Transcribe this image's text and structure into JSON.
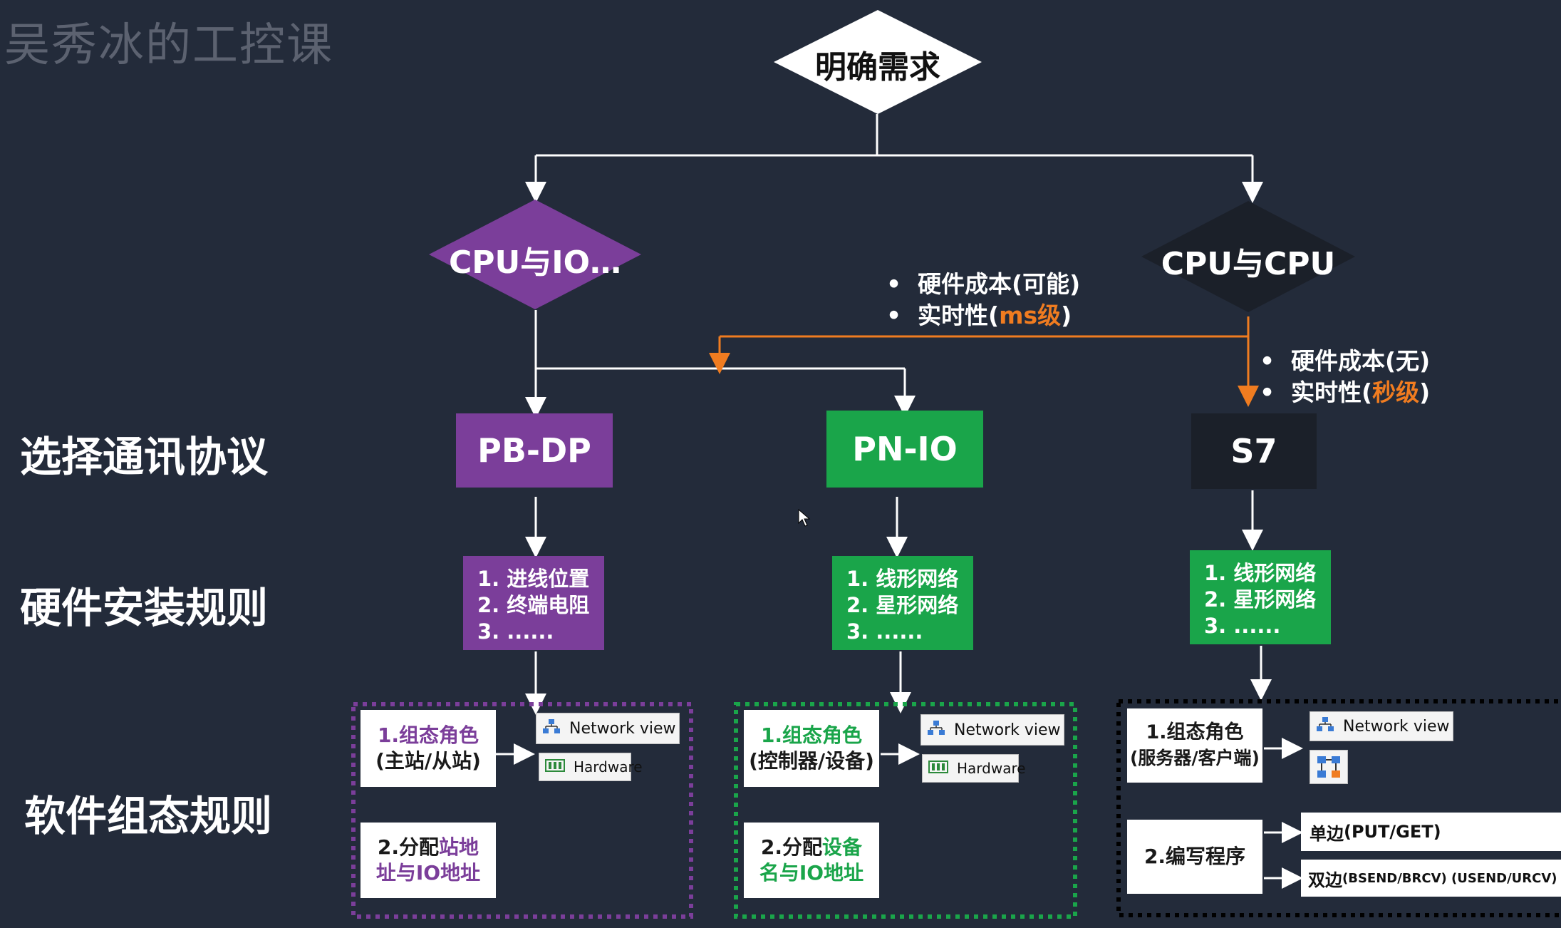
{
  "watermark": "吴秀冰的工控课",
  "diamonds": {
    "top": "明确需求",
    "left": "CPU与IO…",
    "right": "CPU与CPU"
  },
  "row_labels": {
    "protocol": "选择通讯协议",
    "hardware": "硬件安装规则",
    "software": "软件组态规则"
  },
  "protocols": {
    "pbdp": "PB-DP",
    "pnio": "PN-IO",
    "s7": "S7"
  },
  "notes": {
    "mid": {
      "line1": "硬件成本(可能)",
      "line2_a": "实时性(",
      "line2_b": "ms级",
      "line2_c": ")"
    },
    "right": {
      "line1": "硬件成本(无)",
      "line2_a": "实时性(",
      "line2_b": "秒级",
      "line2_c": ")"
    },
    "bullet": "•"
  },
  "hardware_rules": {
    "pbdp": [
      "1. 进线位置",
      "2. 终端电阻",
      "3. ......"
    ],
    "pnio": [
      "1. 线形网络",
      "2. 星形网络",
      "3. ......"
    ],
    "s7": [
      "1. 线形网络",
      "2. 星形网络",
      "3. ......"
    ]
  },
  "software": {
    "pbdp": {
      "role_title": "1.组态角色",
      "role_sub": "(主站/从站)",
      "assign_a": "2.分配",
      "assign_b": "站地",
      "assign_c": "址与IO地址"
    },
    "pnio": {
      "role_title": "1.组态角色",
      "role_sub": "(控制器/设备)",
      "assign_a": "2.分配",
      "assign_b": "设备",
      "assign_c": "名与IO地址"
    },
    "s7": {
      "role_title": "1.组态角色",
      "role_sub": "(服务器/客户端)",
      "program": "2.编写程序",
      "single_a": "单边 ",
      "single_b": "(PUT/GET)",
      "double_a": "双边 ",
      "double_b": "(BSEND/BRCV) (USEND/URCV)"
    },
    "network_view": "Network view",
    "hardware": "Hardware"
  },
  "colors": {
    "background": "#232b3a",
    "purple": "#7b3e9a",
    "green": "#1aa54a",
    "dark": "#1b2029",
    "orange": "#f07c20"
  }
}
